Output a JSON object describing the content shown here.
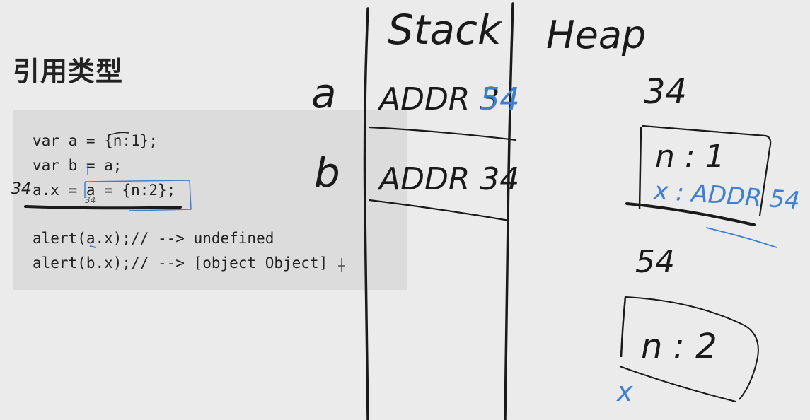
{
  "title": "引用类型",
  "code": {
    "lines": [
      "var a = {n:1};",
      "var b = a;",
      "a.x = a = {n:2};",
      "",
      "alert(a.x);// --> undefined",
      "alert(b.x);// --> [object Object]"
    ]
  },
  "annotations": {
    "margin_addr": "34",
    "under_a_addr": "34"
  },
  "stack": {
    "header": "Stack",
    "vars": [
      {
        "name": "a",
        "value_prefix": "ADDR ",
        "value_old": "34",
        "value_new": "54"
      },
      {
        "name": "b",
        "value": "ADDR 34"
      }
    ]
  },
  "heap": {
    "header": "Heap",
    "objects": [
      {
        "addr": "34",
        "props": [
          "n : 1",
          "x : ADDR 54"
        ]
      },
      {
        "addr": "54",
        "props": [
          "n : 2"
        ],
        "x_mark": "x"
      }
    ]
  },
  "colors": {
    "ink": "#1a1a1a",
    "blue_ink": "#3d7fd6",
    "code_bg": "#dcdcdc",
    "page_bg": "#ebebeb"
  }
}
